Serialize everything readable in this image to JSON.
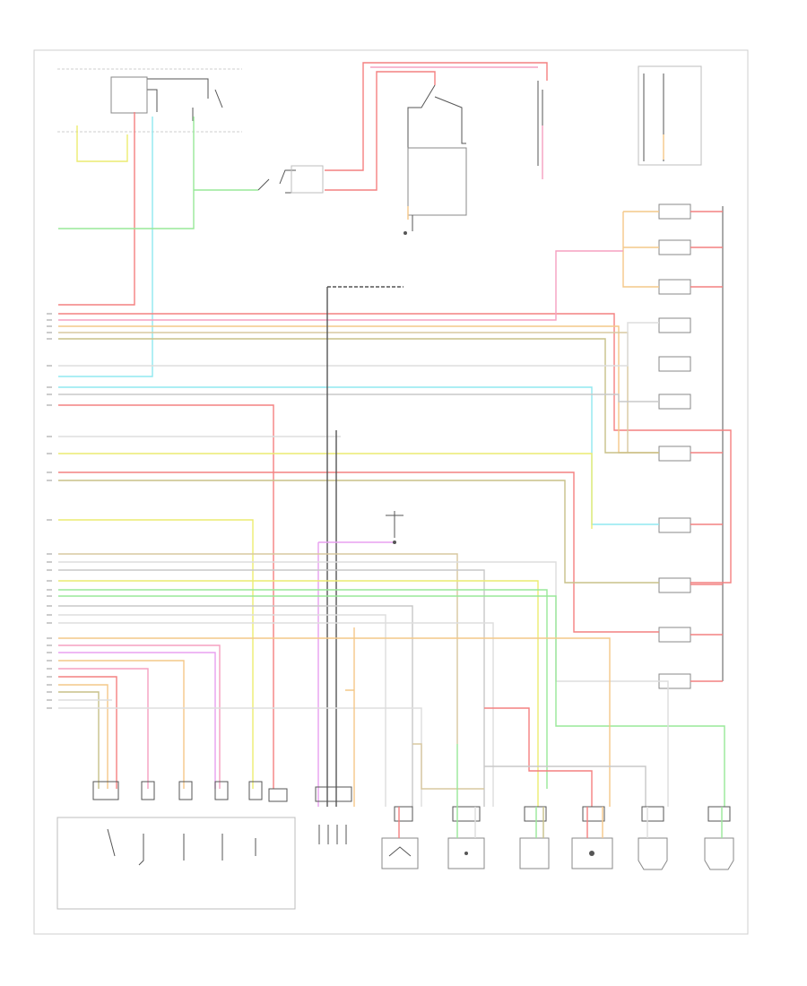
{
  "diagram": {
    "sheet_code": "",
    "top_block_label": "",
    "transmission_label": "",
    "colors": {
      "red": "#f48080",
      "pink": "#f6a0c0",
      "yellow": "#ecec70",
      "orange": "#f4c888",
      "green": "#98e898",
      "cyan": "#90e8f0",
      "tan": "#d8c8a0",
      "olive": "#c8c088",
      "gray": "#c8c8c8",
      "magenta": "#e8a0f0",
      "dark": "#555555"
    },
    "bottom_components": [
      {
        "id": "c1"
      },
      {
        "id": "c2"
      },
      {
        "id": "c3"
      },
      {
        "id": "c4"
      },
      {
        "id": "c5"
      },
      {
        "id": "c6"
      },
      {
        "id": "c7"
      },
      {
        "id": "c8"
      },
      {
        "id": "c9"
      },
      {
        "id": "c10"
      },
      {
        "id": "c11"
      }
    ]
  }
}
